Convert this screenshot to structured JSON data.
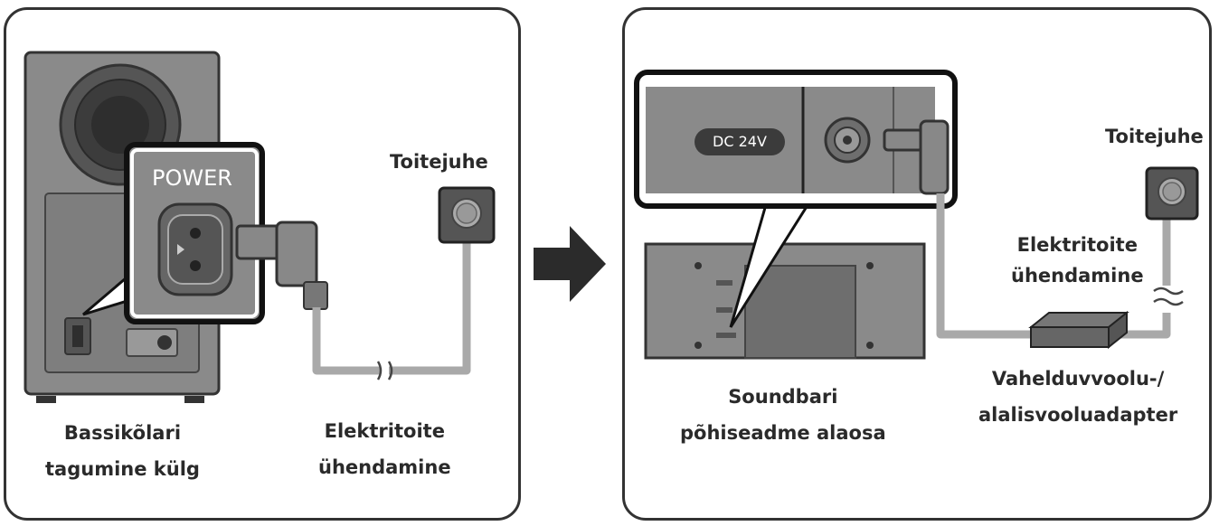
{
  "left_panel": {
    "power_label": "POWER",
    "power_cord_label": "Toitejuhe",
    "connection_label": [
      "Elektritoite",
      "ühendamine"
    ],
    "subwoofer_label": [
      "Bassikõlari",
      "tagumine külg"
    ]
  },
  "right_panel": {
    "dc_label": "DC 24V",
    "power_cord_label": "Toitejuhe",
    "connection_label": [
      "Elektritoite",
      "ühendamine"
    ],
    "adapter_label": [
      "Vahelduvvoolu-/",
      "alalisvooluadapter"
    ],
    "soundbar_label": [
      "Soundbari",
      "põhiseadme alaosa"
    ]
  },
  "colors": {
    "cable": "#a9a9a9",
    "device": "#8a8a8a",
    "device_dark": "#555555",
    "outline": "#333333",
    "arrow": "#2b2b2b"
  }
}
